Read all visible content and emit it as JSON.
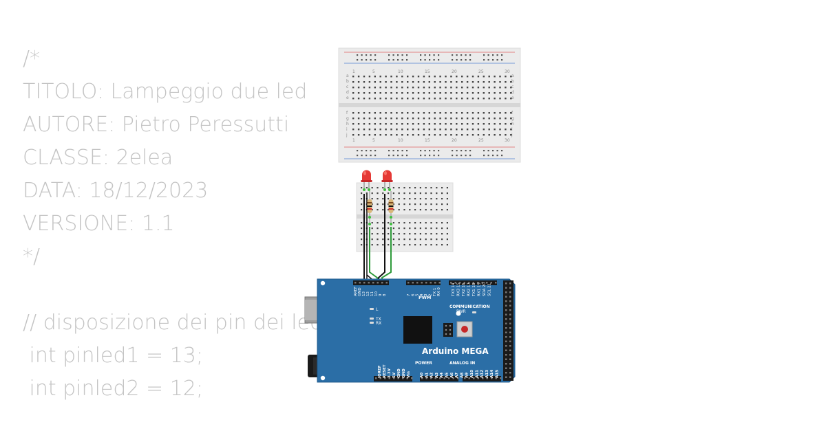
{
  "code": {
    "lines": [
      "/*",
      "TITOLO: Lampeggio due led",
      "AUTORE: Pietro Peressutti",
      "CLASSE: 2elea",
      "DATA: 18/12/2023",
      "VERSIONE: 1.1",
      "*/",
      "",
      "// disposizione dei pin dei led",
      " int pinled1 = 13;",
      " int pinled2 = 12;"
    ]
  },
  "breadboard": {
    "column_numbers": [
      "1",
      "5",
      "10",
      "15",
      "20",
      "25",
      "30"
    ],
    "row_letters_top": [
      "a",
      "b",
      "c",
      "d",
      "e"
    ],
    "row_letters_bottom": [
      "f",
      "g",
      "h",
      "i",
      "j"
    ]
  },
  "arduino": {
    "name": "Arduino MEGA",
    "labels": {
      "pwm": "PWM",
      "communication": "COMMUNICATION",
      "power": "POWER",
      "analog_in": "ANALOG IN",
      "pwr": "PWR",
      "l": "L",
      "tx": "TX",
      "rx": "RX",
      "aref": "AREF",
      "gnd": "GND",
      "pin13": "13",
      "pin12": "12",
      "pin11": "11",
      "pin10": "10",
      "pin9": "9",
      "pin8": "8",
      "ioref": "IOREF",
      "reset": "RESET",
      "v33": "3.3V",
      "v5": "5V",
      "vin": "Vin"
    },
    "digital_right": [
      "7",
      "6",
      "5",
      "4",
      "3",
      "2",
      "TX 1",
      "RX 0"
    ],
    "comm_pins": [
      "TX3 14",
      "RX3 15",
      "TX2 16",
      "RX2 17",
      "TX1 18",
      "RX1 19",
      "SDA 20",
      "SCL 21"
    ],
    "analog_pins": [
      "A0",
      "A1",
      "A2",
      "A3",
      "A4",
      "A5",
      "A6",
      "A7",
      "A8",
      "A9",
      "A10",
      "A11",
      "A12",
      "A13",
      "A14",
      "A15"
    ]
  },
  "colors": {
    "board": "#2b6ea6",
    "code_text": "#c4c4c4",
    "led": "#e53935",
    "wire_green": "#2e9a3a",
    "wire_black": "#111111"
  }
}
